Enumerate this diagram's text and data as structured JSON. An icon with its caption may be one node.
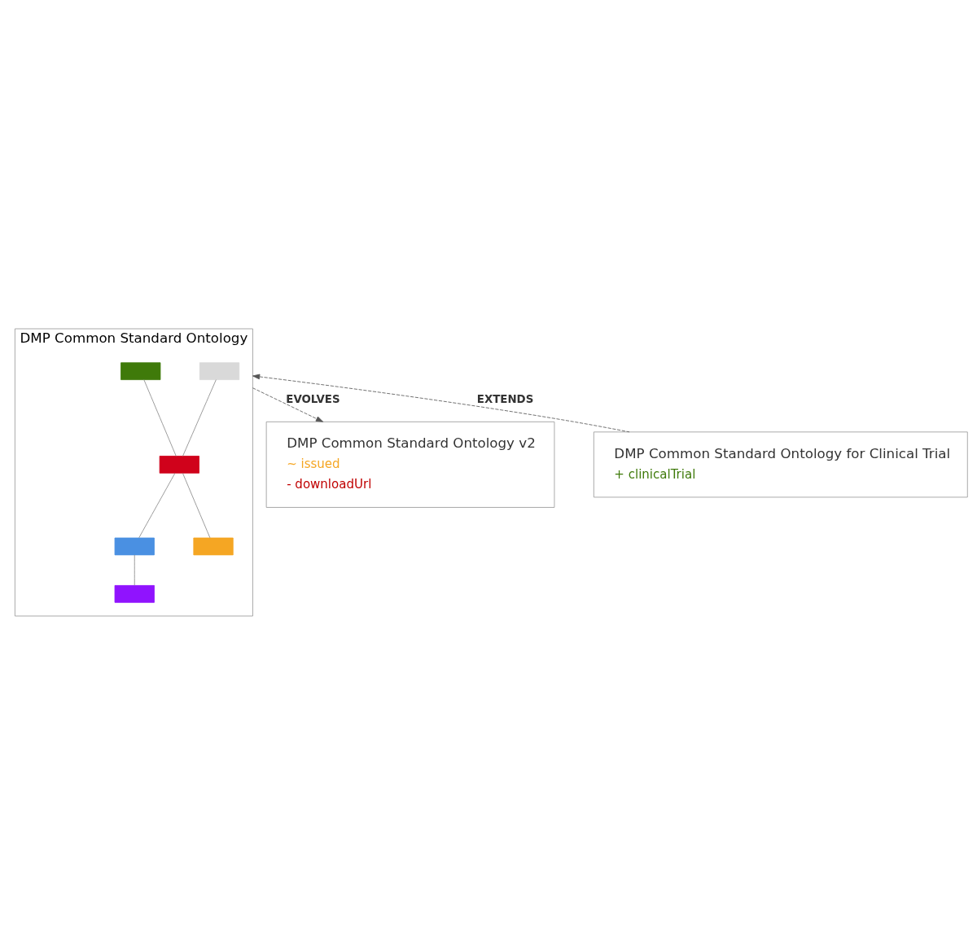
{
  "diagram": {
    "nodes": [
      {
        "text": [
          "DMP Common Standard Ontology"
        ]
      },
      {
        "text": [],
        "shape": "box",
        "in": 0
      },
      {
        "text": [],
        "shape": "box",
        "in": 0
      },
      {
        "text": [],
        "shape": "box",
        "in": 0
      },
      {
        "text": [],
        "shape": "box",
        "in": 0
      },
      {
        "text": [],
        "shape": "box",
        "in": 0
      },
      {
        "text": [],
        "shape": "box",
        "in": 0
      },
      {
        "text": [
          "DMP Common Standard Ontology v2",
          "~ issued",
          "- downloadUrl"
        ]
      },
      {
        "text": [
          "DMP Common Standard Ontology for Clinical Trial",
          "+ clinicalTrial"
        ]
      }
    ],
    "edges": [
      {
        "from": 1,
        "to": 3,
        "arrow": "none"
      },
      {
        "from": 2,
        "to": 3,
        "arrow": "none"
      },
      {
        "from": 3,
        "to": 4,
        "arrow": "none"
      },
      {
        "from": 3,
        "to": 5,
        "arrow": "none"
      },
      {
        "from": 4,
        "to": 6,
        "arrow": "none"
      },
      {
        "from": 0,
        "to": 7,
        "arrow": "to",
        "label": "EVOLVES",
        "style": "dashed"
      },
      {
        "from": 8,
        "to": 0,
        "arrow": "to",
        "label": "EXTENDS",
        "style": "dashed"
      }
    ]
  }
}
